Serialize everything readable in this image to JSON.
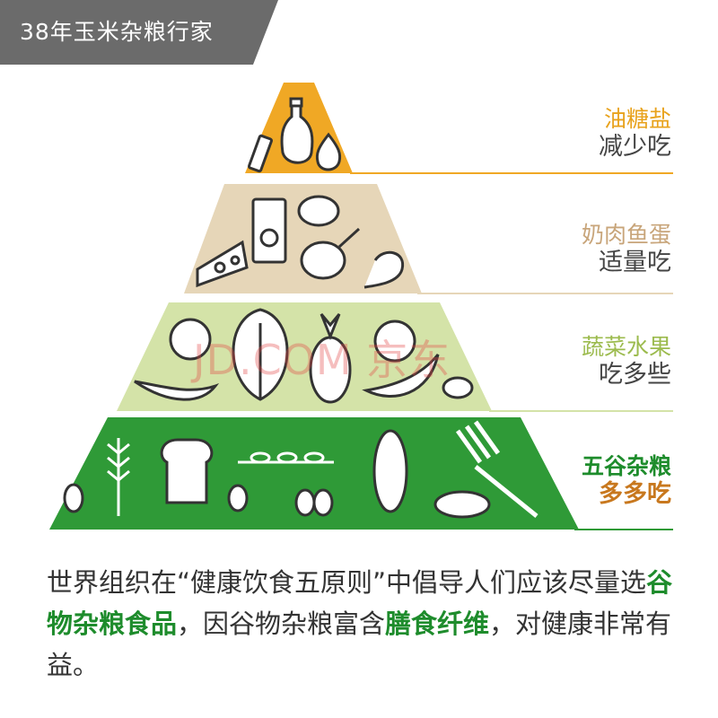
{
  "badge": {
    "text": "38年玉米杂粮行家",
    "color": "#6b6b6b"
  },
  "watermark": "JD.COM 京东",
  "tiers": [
    {
      "top": "油糖盐",
      "bottom": "减少吃",
      "top_color": "#e8a21c",
      "bottom_color": "#444444",
      "fill": "#f0a825",
      "icons": [
        "salt-packet-icon",
        "oil-bottle-icon",
        "sugar-drop-icon"
      ]
    },
    {
      "top": "奶肉鱼蛋",
      "bottom": "适量吃",
      "top_color": "#c8a57a",
      "bottom_color": "#444444",
      "fill": "#e6d6b8",
      "icons": [
        "cheese-icon",
        "milk-carton-icon",
        "walnut-icon",
        "chicken-leg-icon",
        "shrimp-icon"
      ]
    },
    {
      "top": "蔬菜水果",
      "bottom": "吃多些",
      "top_color": "#9cbb4e",
      "bottom_color": "#444444",
      "fill": "#d4e3a8",
      "icons": [
        "berry-icon",
        "chili-pepper-icon",
        "spinach-leaf-icon",
        "pineapple-icon",
        "apple-icon",
        "melon-slice-icon",
        "coconut-icon"
      ]
    },
    {
      "top": "五谷杂粮",
      "bottom": "多多吃",
      "top_color": "#1e8c2c",
      "bottom_color": "#c8781e",
      "fill": "#2f9a37",
      "icons": [
        "wheat-icon",
        "bread-icon",
        "grain-ear-icon",
        "corn-icon",
        "fork-icon",
        "sweet-potato-icon",
        "bean-icon"
      ]
    }
  ],
  "paragraph": {
    "p1": "世界组织在“健康饮食五原则”中倡导人们应该尽量选",
    "h1": "谷物杂粮食品",
    "p2": "，因谷物杂粮富含",
    "h2": "膳食纤维",
    "p3": "，对健康非常有益。"
  }
}
